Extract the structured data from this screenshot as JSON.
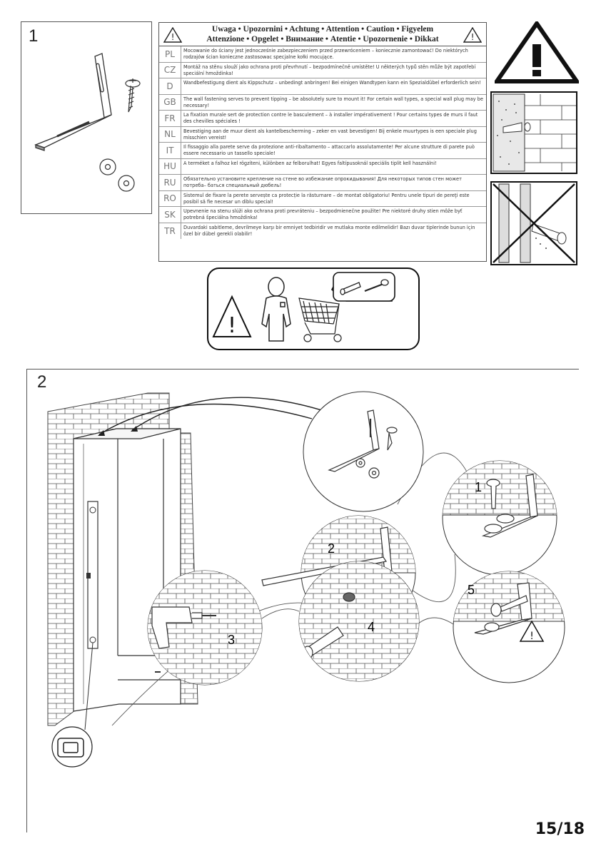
{
  "page_number": "15/18",
  "step1": {
    "label": "1",
    "warning_header": {
      "line1": "Uwaga • Upozornini • Achtung • Attention • Caution • Figyelem",
      "line2": "Attenzione • Opgelet • Внимание • Atentie • Upozornenie • Dikkat"
    },
    "warnings": [
      {
        "code": "PL",
        "text": "Mocowanie do ściany jest jednocześnie zabezpieczeniem przed przewróceniem – koniecznie zamontować! Do niektórych rodzajów ścian konieczne zastosowac specjalne kołki mocujące."
      },
      {
        "code": "CZ",
        "text": "Montáž na stěnu slouží jako ochrana proti převrhnutí – bezpodmínečně umístěte! U některých typů stěn může být zapotřebí speciální hmoždinka!"
      },
      {
        "code": "D",
        "text": "Wandbefestigung dient als Kippschutz – unbedingt anbringen! Bei einigen Wandtypen kann ein Spezialdübel erforderlich sein!"
      },
      {
        "code": "GB",
        "text": "The wall fastening serves to prevent tipping – be absolutely sure to mount it! For certain wall types, a special wall plug may be necessary!"
      },
      {
        "code": "FR",
        "text": "La fixation murale sert de protection contre le basculement – à installer impérativement ! Pour certains types de murs il faut des chevilles spéciales !"
      },
      {
        "code": "NL",
        "text": "Bevestiging aan de muur dient als kantelbescherming – zeker en vast bevestigen! Bij enkele muurtypes is een speciale plug misschien vereist!"
      },
      {
        "code": "IT",
        "text": "Il fissaggio alla parete serve da protezione anti-ribaltamento – attaccarlo assolutamente! Per alcune strutture di parete può essere necessario un tassello speciale!"
      },
      {
        "code": "HU",
        "text": "A terméket a falhoz kel rögzíteni, különben az felborulhat! Egyes faltípusoknál speciális tiplit kell használni!"
      },
      {
        "code": "RU",
        "text": "Обязательно установите крепление на стене во избежание опрокидывания! Для некоторых типов стен может потреба– баться специальный дюбель!"
      },
      {
        "code": "RO",
        "text": "Sistemul de fixare la perete servește ca protecție la răsturnare – de montat obligatoriu! Pentru unele tipuri de pereţi este posibil să fie necesar un diblu special!"
      },
      {
        "code": "SK",
        "text": "Upevnenie na stenu slúži ako ochrana proti prevráteniu – bezpodmienečne použite! Pre niektoré druhy stien môže byť potrebná špeciálna hmoždinka!"
      },
      {
        "code": "TR",
        "text": "Duvardaki sabitleme, devrilmeye karşı bir emniyet tedbiridir ve mutlaka monte edilmelidir! Bazı duvar tiplerinde bunun için özel bir dübel gerekli olabilir!"
      }
    ]
  },
  "step2": {
    "label": "2",
    "sub_labels": [
      "1",
      "2",
      "3",
      "4",
      "5"
    ]
  }
}
